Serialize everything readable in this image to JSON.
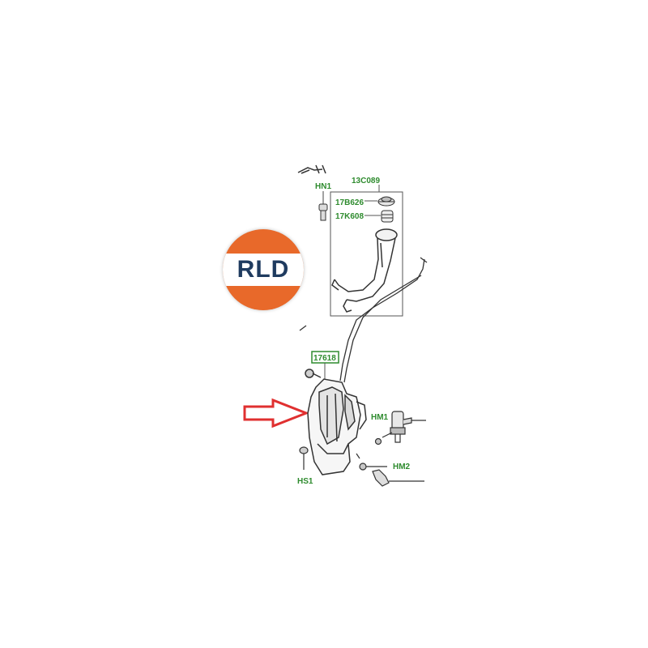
{
  "logo": {
    "text": "RLD",
    "brand_color": "#e8692a",
    "text_color": "#1f3b5f"
  },
  "labels": {
    "hn1": "HN1",
    "c13": "13C089",
    "b17": "17B626",
    "k17": "17K608",
    "n176": "17618",
    "hm1": "HM1",
    "hm2": "HM2",
    "hs1": "HS1"
  },
  "colors": {
    "label": "#2e8b2e",
    "arrow": "#e03030",
    "line": "#333333"
  }
}
